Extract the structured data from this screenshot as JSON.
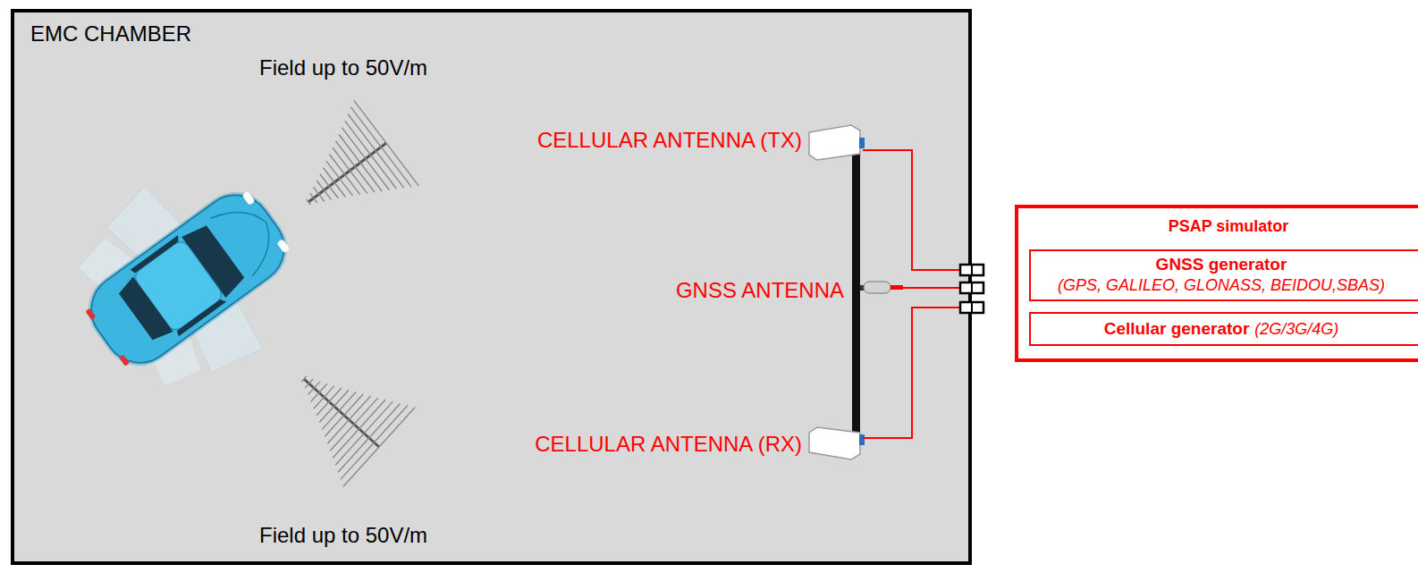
{
  "diagram": {
    "nodes": [
      {
        "text": [
          "EMC CHAMBER"
        ]
      },
      {
        "text": [
          "PSAP simulator"
        ]
      },
      {
        "text": [
          "GNSS generator",
          "(GPS, GALILEO, GLONASS, BEIDOU,SBAS)"
        ],
        "in": 1
      },
      {
        "text": [
          "Cellular generator",
          "(2G/3G/4G)"
        ],
        "in": 1
      }
    ],
    "labels": [
      "Field up to 50V/m",
      "CELLULAR ANTENNA (TX)",
      "GNSS ANTENNA",
      "CELLULAR ANTENNA (RX)",
      "Field up to 50V/m"
    ]
  }
}
